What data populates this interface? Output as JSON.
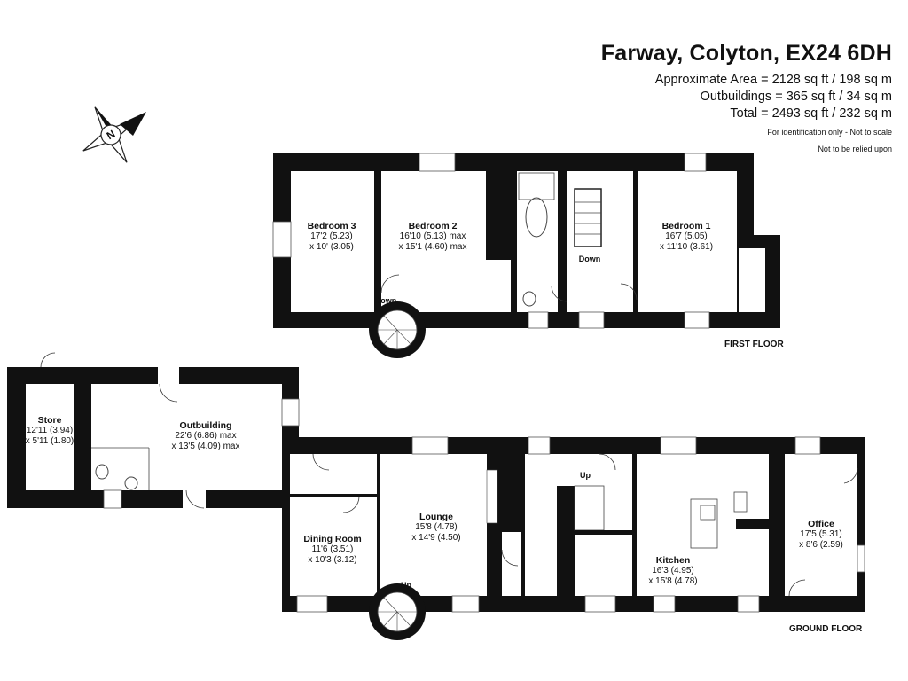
{
  "header": {
    "title": "Farway, Colyton, EX24 6DH",
    "approx_area": "Approximate Area = 2128 sq ft / 198 sq m",
    "outbuildings": "Outbuildings = 365 sq ft / 34 sq m",
    "total": "Total = 2493 sq ft / 232 sq m",
    "note1": "For identification only - Not to scale",
    "note2": "Not to be relied upon"
  },
  "compass": {
    "label": "N",
    "icon": "north-compass-icon"
  },
  "first_floor": {
    "label": "FIRST FLOOR",
    "rooms": [
      {
        "name": "Bedroom 3",
        "dim1": "17'2 (5.23)",
        "dim2": "x 10' (3.05)"
      },
      {
        "name": "Bedroom 2",
        "dim1": "16'10 (5.13) max",
        "dim2": "x 15'1 (4.60) max"
      },
      {
        "name": "Bedroom 1",
        "dim1": "16'7 (5.05)",
        "dim2": "x 11'10 (3.61)"
      }
    ],
    "stairs": [
      "Down",
      "Down"
    ]
  },
  "ground_floor": {
    "label": "GROUND FLOOR",
    "rooms": [
      {
        "name": "Store",
        "dim1": "12'11 (3.94)",
        "dim2": "x 5'11 (1.80)"
      },
      {
        "name": "Outbuilding",
        "dim1": "22'6 (6.86) max",
        "dim2": "x 13'5 (4.09) max"
      },
      {
        "name": "Dining Room",
        "dim1": "11'6 (3.51)",
        "dim2": "x 10'3 (3.12)"
      },
      {
        "name": "Lounge",
        "dim1": "15'8 (4.78)",
        "dim2": "x 14'9 (4.50)"
      },
      {
        "name": "Kitchen",
        "dim1": "16'3 (4.95)",
        "dim2": "x 15'8 (4.78)"
      },
      {
        "name": "Office",
        "dim1": "17'5 (5.31)",
        "dim2": "x 8'6 (2.59)"
      }
    ],
    "stairs": [
      "Up",
      "Up"
    ]
  },
  "colors": {
    "wall": "#111111",
    "background": "#ffffff"
  }
}
